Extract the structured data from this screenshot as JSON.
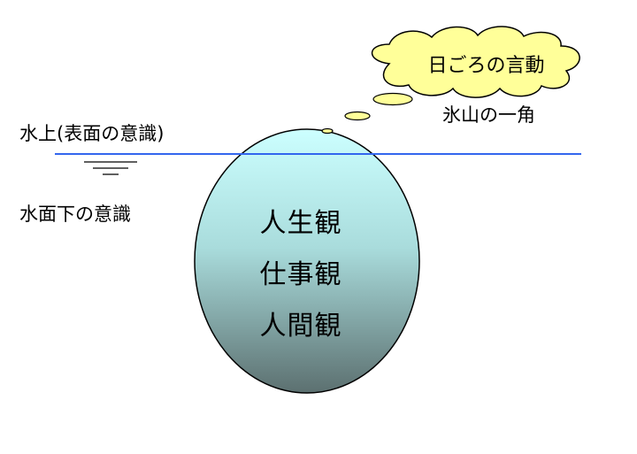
{
  "labels": {
    "above_water": "水上(表面の意識)",
    "below_water": "水面下の意識",
    "tip_of_iceberg": "氷山の一角"
  },
  "thought_cloud": {
    "text": "日ごろの言動"
  },
  "iceberg": {
    "core_values": [
      "人生観",
      "仕事観",
      "人間観"
    ]
  },
  "colors": {
    "water_line": "#3366ee",
    "cloud_fill": "#ffff99",
    "iceberg_top": "#ccffff",
    "iceberg_bottom": "#5c7070"
  }
}
